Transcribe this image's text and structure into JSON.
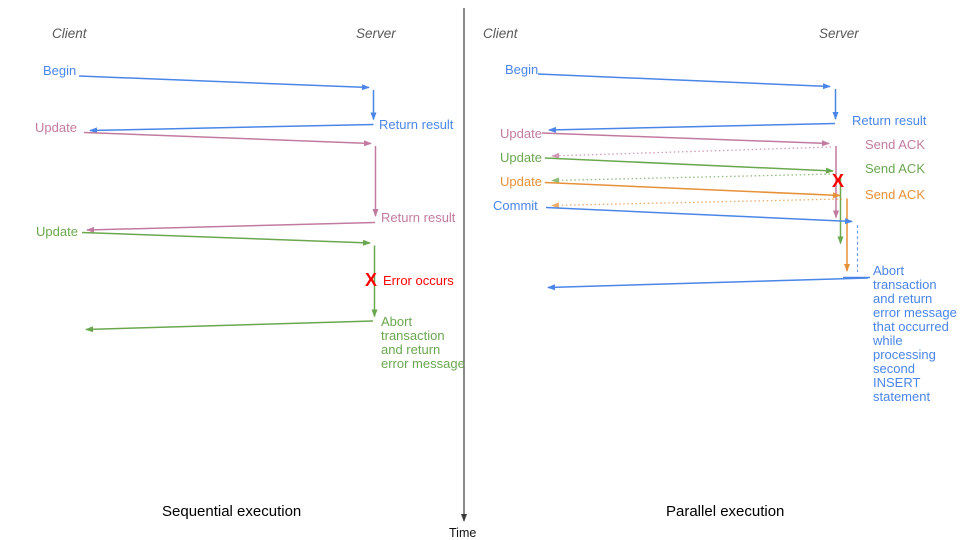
{
  "axis": {
    "label": "Time"
  },
  "colors": {
    "blue": "#4a86e8",
    "pink": "#c27ba0",
    "green": "#6aa84f",
    "orange": "#e69138",
    "red": "#ff0000",
    "axis_gray": "#3d3d3d",
    "header_gray": "#595959"
  },
  "left": {
    "title": "Sequential execution",
    "client_header": "Client",
    "server_header": "Server",
    "begin": "Begin",
    "return_result_1": "Return result",
    "update_1": "Update",
    "return_result_2": "Return result",
    "update_2": "Update",
    "error_x": "X",
    "error_label": "Error occurs",
    "abort_note": "Abort\ntransaction\nand return\nerror message"
  },
  "right": {
    "title": "Parallel execution",
    "client_header": "Client",
    "server_header": "Server",
    "begin": "Begin",
    "return_result": "Return result",
    "update_1": "Update",
    "send_ack_1": "Send ACK",
    "update_2": "Update",
    "send_ack_2": "Send ACK",
    "update_3": "Update",
    "send_ack_3": "Send ACK",
    "commit": "Commit",
    "error_x": "X",
    "abort_note": "Abort\ntransaction\nand return\nerror message\nthat occurred\nwhile\nprocessing\nsecond\nINSERT\nstatement"
  }
}
